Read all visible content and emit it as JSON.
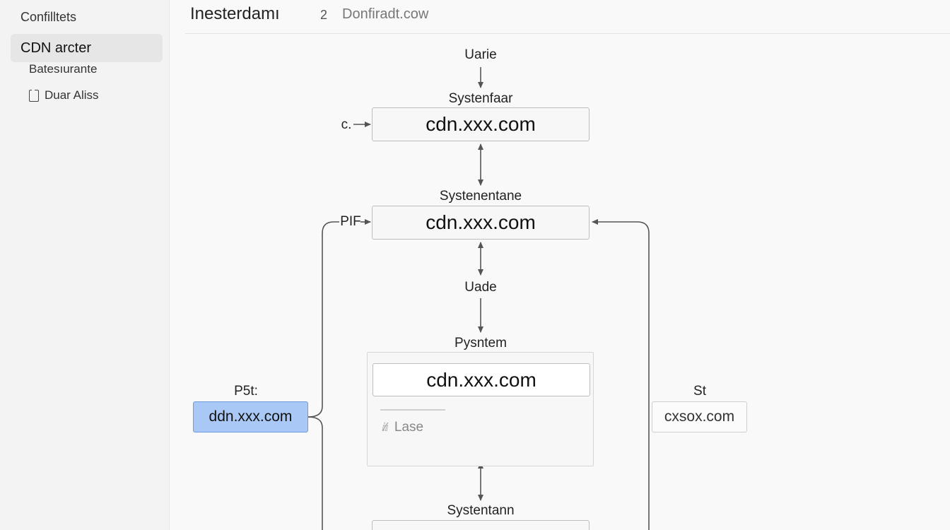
{
  "sidebar": {
    "heading": "Confilltets",
    "items": [
      {
        "label": "CDN arcter",
        "active": true
      },
      {
        "label": "Batesıurante",
        "active": false
      },
      {
        "label": "Duar Aliss",
        "icon": "document-icon",
        "active": false
      }
    ]
  },
  "header": {
    "title": "Inesterdamı",
    "count": "2",
    "domain": "Donfiradt.cow"
  },
  "diagram": {
    "top_label": "Uarie",
    "node1": {
      "label": "Systenfaar",
      "value": "cdn.xxx.com",
      "left_tag": "c."
    },
    "node2": {
      "label": "Systenentane",
      "value": "cdn.xxx.com",
      "left_tag": "PIF"
    },
    "mid_label": "Uade",
    "panel": {
      "label": "Pysntem",
      "value": "cdn.xxx.com",
      "sub_label": "Lase",
      "sub_icon": "ⅈ⁄ⅈ"
    },
    "node4": {
      "label": "Systentann"
    },
    "left_node": {
      "label": "P5t:",
      "value": "ddn.xxx.com"
    },
    "right_node": {
      "label": "St",
      "value": "cxsox.com"
    },
    "colors": {
      "accent_fill": "#a9c8f5",
      "accent_border": "#6d9ad8",
      "wire": "#555555"
    }
  }
}
